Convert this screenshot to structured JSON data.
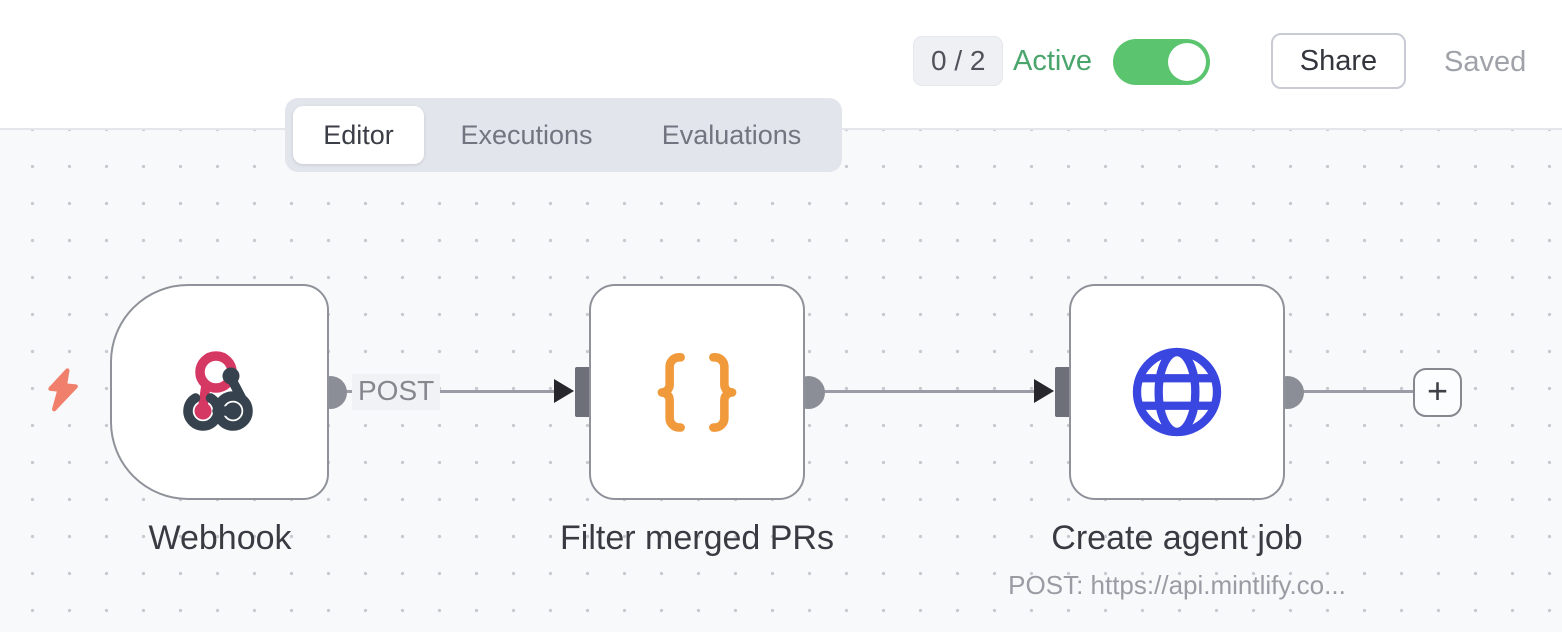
{
  "header": {
    "execution_badge": "0 / 2",
    "active_label": "Active",
    "toggle_state": "on",
    "share_label": "Share",
    "saved_label": "Saved"
  },
  "tabs": {
    "editor": "Editor",
    "executions": "Executions",
    "evaluations": "Evaluations",
    "selected": "Editor"
  },
  "workflow": {
    "nodes": [
      {
        "name": "Webhook",
        "type": "webhook-trigger",
        "output_label": "POST"
      },
      {
        "name": "Filter merged PRs",
        "type": "code"
      },
      {
        "name": "Create agent job",
        "type": "http-request",
        "subtitle": "POST: https://api.mintlify.co..."
      }
    ],
    "add_node_label": "+"
  },
  "colors": {
    "toggle_green": "#5bc46e",
    "active_text_green": "#4aa56d",
    "webhook_pink": "#d63864",
    "webhook_dark": "#36424d",
    "braces_orange": "#f09a3c",
    "globe_blue": "#3a46e0",
    "bolt_salmon": "#f0806c",
    "canvas_bg": "#f8f9fb",
    "node_border": "#8f929a"
  }
}
